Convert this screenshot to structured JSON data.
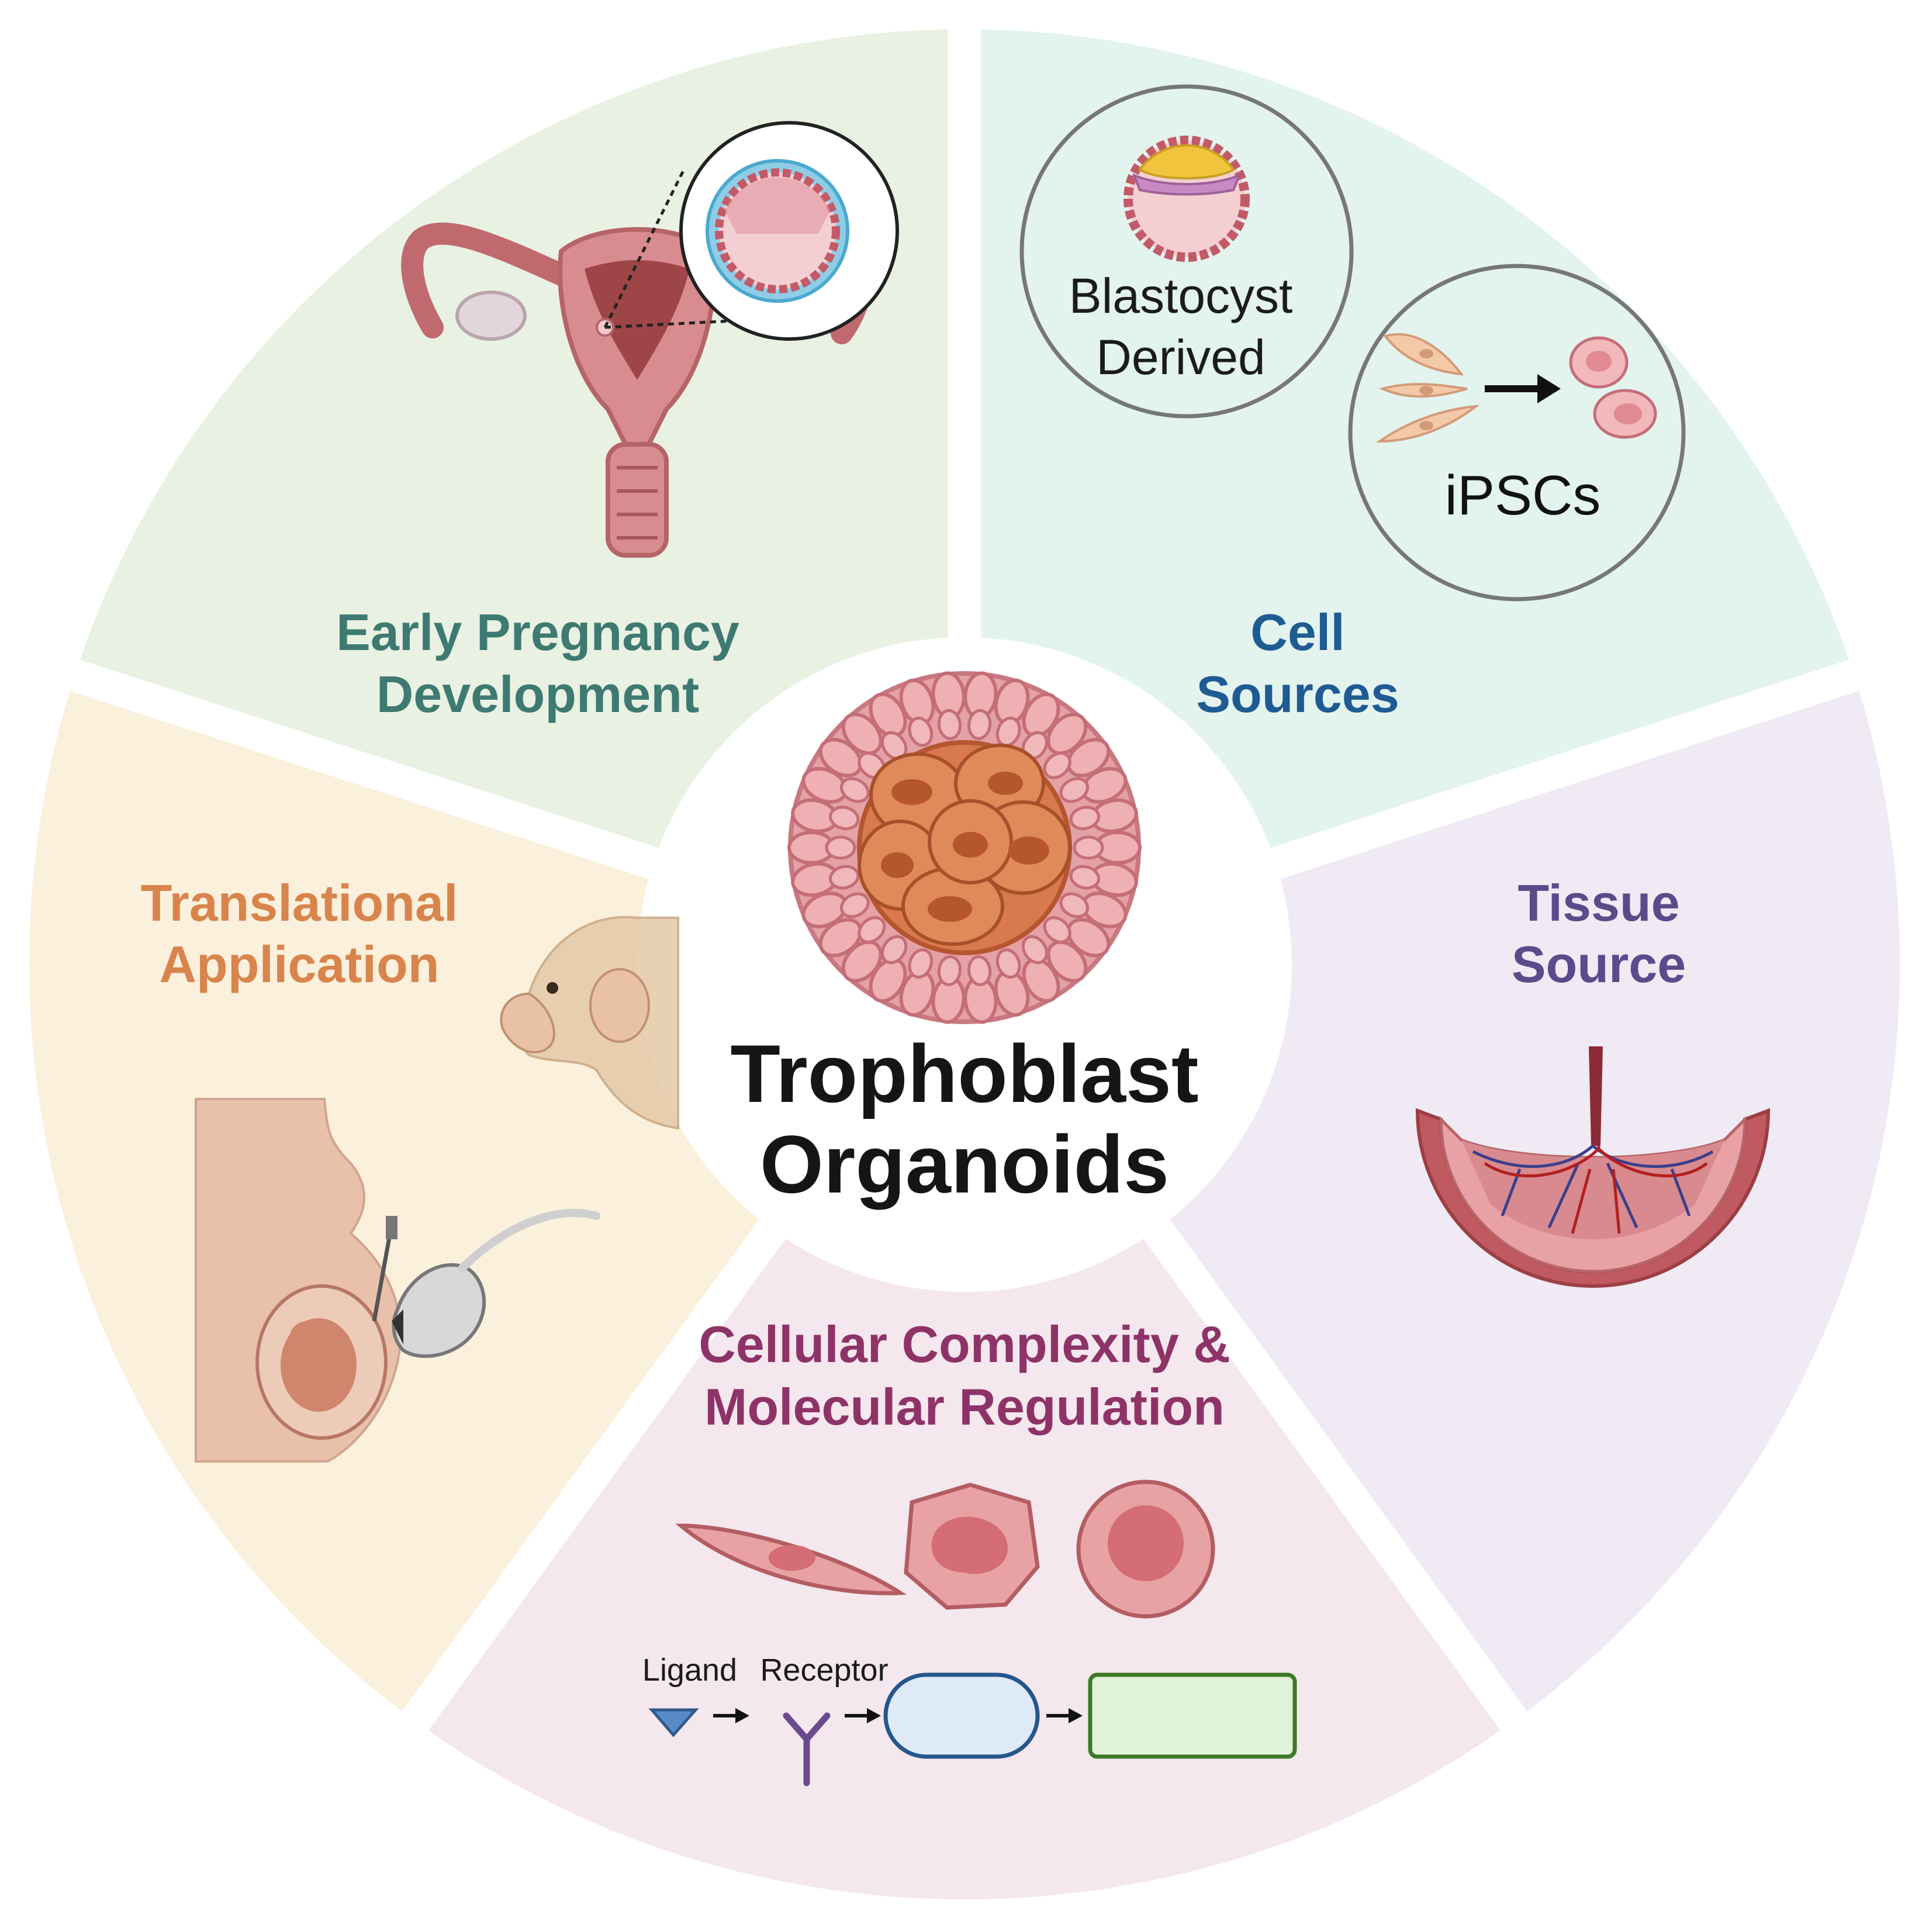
{
  "diagram": {
    "center": {
      "title_line1": "Trophoblast",
      "title_line2": "Organoids"
    },
    "segments": {
      "early_pregnancy": {
        "title_line1": "Early Pregnancy",
        "title_line2": "Development",
        "color": "#3e7a72",
        "fill": "#e9f2e2"
      },
      "cell_sources": {
        "title_line1": "Cell",
        "title_line2": "Sources",
        "color": "#1f5b93",
        "fill": "#e3f3ee",
        "blastocyst_line1": "Blastocyst",
        "blastocyst_line2": "Derived",
        "ipscs_label": "iPSCs"
      },
      "tissue_source": {
        "title_line1": "Tissue",
        "title_line2": "Source",
        "color": "#5c4b8a",
        "fill": "#efeaf4"
      },
      "cellular_complexity": {
        "title_line1": "Cellular Complexity &",
        "title_line2": "Molecular Regulation",
        "color": "#8e3367",
        "fill": "#f5e7ee",
        "ligand_label": "Ligand",
        "receptor_label": "Receptor"
      },
      "translational": {
        "title_line1": "Translational",
        "title_line2": "Application",
        "color": "#d8844c",
        "fill": "#fbf0dc"
      }
    }
  }
}
